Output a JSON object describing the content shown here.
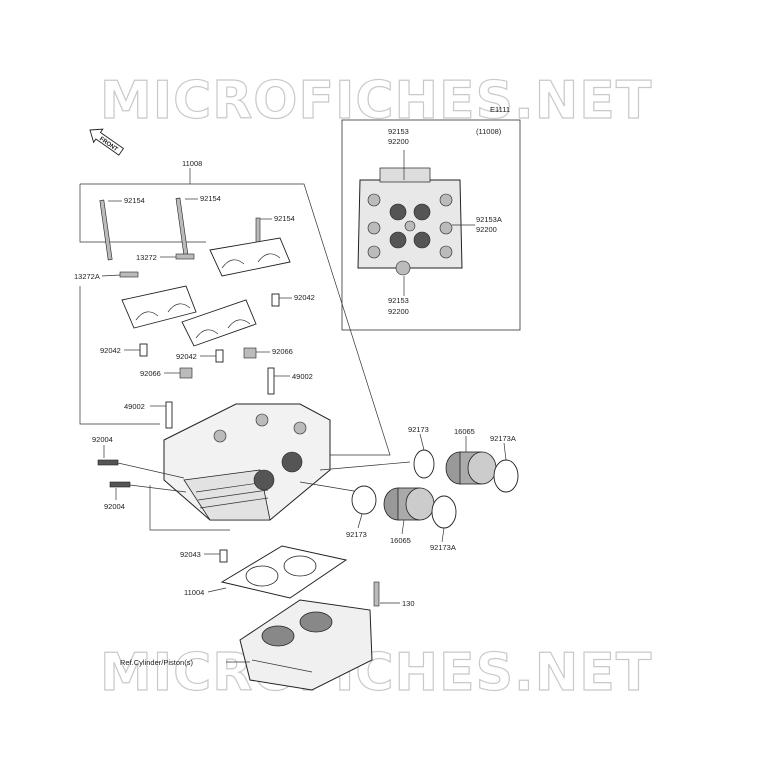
{
  "watermark": {
    "top": "MICROFICHES.NET",
    "bottom": "MICROFICHES.NET"
  },
  "front_arrow_label": "FRONT",
  "inset": {
    "code": "E1111",
    "group": "(11008)"
  },
  "labels": {
    "l11008": "11008",
    "l92154a": "92154",
    "l92154b": "92154",
    "l92154c": "92154",
    "l13272": "13272",
    "l13272a": "13272A",
    "l92042a": "92042",
    "l92042b": "92042",
    "l92042c": "92042",
    "l92066a": "92066",
    "l92066b": "92066",
    "l49002a": "49002",
    "l49002b": "49002",
    "l92004a": "92004",
    "l92004b": "92004",
    "l92043": "92043",
    "l11004": "11004",
    "l130": "130",
    "l92173a": "92173",
    "l92173b": "92173",
    "l92173A1": "92173A",
    "l92173A2": "92173A",
    "l16065a": "16065",
    "l16065b": "16065",
    "ref": "Ref.Cylinder/Piston(s)",
    "ins_92153_top": "92153",
    "ins_92200_top": "92200",
    "ins_92153A": "92153A",
    "ins_92200_right": "92200",
    "ins_92153_bot": "92153",
    "ins_92200_bot": "92200"
  }
}
